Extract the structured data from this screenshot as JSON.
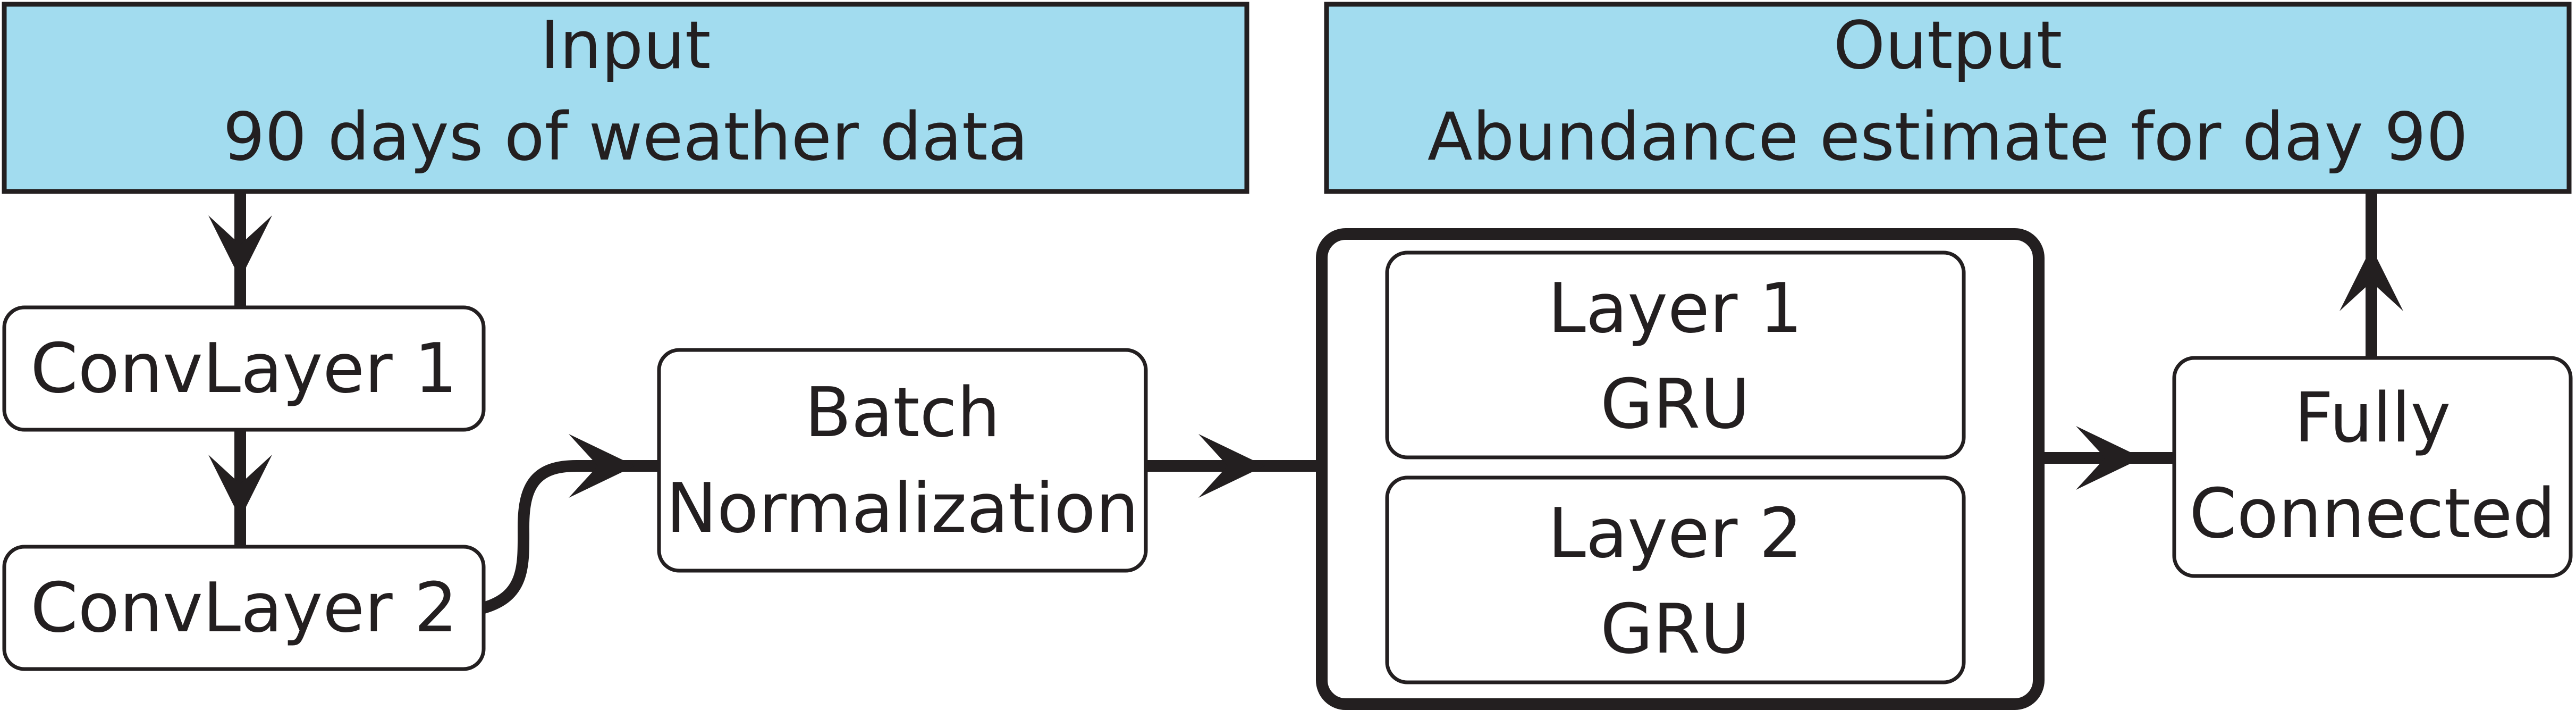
{
  "input": {
    "title": "Input",
    "subtitle": "90 days of weather data"
  },
  "output": {
    "title": "Output",
    "subtitle": "Abundance estimate for day 90"
  },
  "nodes": {
    "conv1": "ConvLayer 1",
    "conv2": "ConvLayer 2",
    "batchnorm": {
      "line1": "Batch",
      "line2": "Normalization"
    },
    "gru_layer1": {
      "line1": "Layer 1",
      "line2": "GRU"
    },
    "gru_layer2": {
      "line1": "Layer 2",
      "line2": "GRU"
    },
    "fully_connected": {
      "line1": "Fully",
      "line2": "Connected"
    }
  },
  "colors": {
    "header_fill": "#a2dcef",
    "stroke": "#231f20",
    "node_fill": "#ffffff"
  }
}
